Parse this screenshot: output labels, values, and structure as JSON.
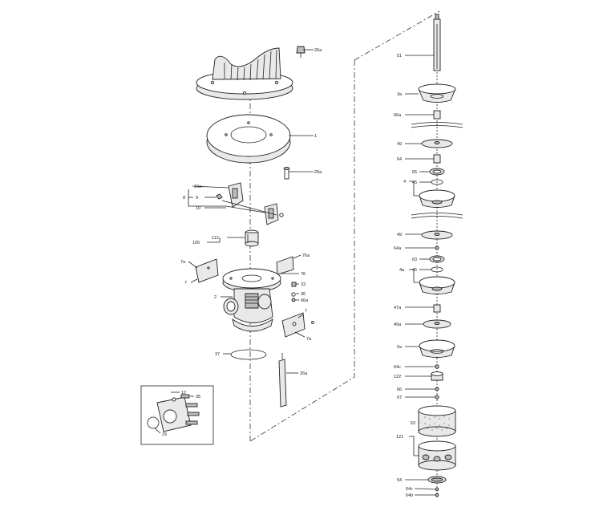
{
  "diagram": {
    "callouts": [
      {
        "id": "c-26a-top",
        "text": "26a"
      },
      {
        "id": "c-1",
        "text": "1"
      },
      {
        "id": "c-26a-mid",
        "text": "26a"
      },
      {
        "id": "c-10a",
        "text": "10a"
      },
      {
        "id": "c-8",
        "text": "8"
      },
      {
        "id": "c-9",
        "text": "9"
      },
      {
        "id": "c-10",
        "text": "10"
      },
      {
        "id": "c-112",
        "text": "112"
      },
      {
        "id": "c-105",
        "text": "105"
      },
      {
        "id": "c-7a-left",
        "text": "7a"
      },
      {
        "id": "c-7-left",
        "text": "7"
      },
      {
        "id": "c-76a",
        "text": "76a"
      },
      {
        "id": "c-76",
        "text": "76"
      },
      {
        "id": "c-33",
        "text": "33"
      },
      {
        "id": "c-2",
        "text": "2"
      },
      {
        "id": "c-36",
        "text": "36"
      },
      {
        "id": "c-66a-left",
        "text": "66a"
      },
      {
        "id": "c-7-right",
        "text": "7"
      },
      {
        "id": "c-7a-right",
        "text": "7a"
      },
      {
        "id": "c-37",
        "text": "37"
      },
      {
        "id": "c-26a-low",
        "text": "26a"
      },
      {
        "id": "c-12",
        "text": "12"
      },
      {
        "id": "c-35",
        "text": "35"
      },
      {
        "id": "c-29",
        "text": "29"
      },
      {
        "id": "c-51",
        "text": "51"
      },
      {
        "id": "c-3a",
        "text": "3a"
      },
      {
        "id": "c-66a-right",
        "text": "66a"
      },
      {
        "id": "c-49-a",
        "text": "49"
      },
      {
        "id": "c-64",
        "text": "64"
      },
      {
        "id": "c-65-a",
        "text": "65"
      },
      {
        "id": "c-4",
        "text": "4"
      },
      {
        "id": "c-45-a",
        "text": "45"
      },
      {
        "id": "c-49-b",
        "text": "49"
      },
      {
        "id": "c-64a",
        "text": "64a"
      },
      {
        "id": "c-63",
        "text": "63"
      },
      {
        "id": "c-4a",
        "text": "4a"
      },
      {
        "id": "c-45-b",
        "text": "45"
      },
      {
        "id": "c-47a",
        "text": "47a"
      },
      {
        "id": "c-49a",
        "text": "49a"
      },
      {
        "id": "c-5a",
        "text": "5a"
      },
      {
        "id": "c-64c-a",
        "text": "64c"
      },
      {
        "id": "c-122",
        "text": "122"
      },
      {
        "id": "c-66",
        "text": "66"
      },
      {
        "id": "c-67",
        "text": "67"
      },
      {
        "id": "c-53",
        "text": "53"
      },
      {
        "id": "c-121",
        "text": "121"
      },
      {
        "id": "c-54",
        "text": "54"
      },
      {
        "id": "c-64c-b",
        "text": "64c"
      },
      {
        "id": "c-64b",
        "text": "64b"
      }
    ]
  }
}
